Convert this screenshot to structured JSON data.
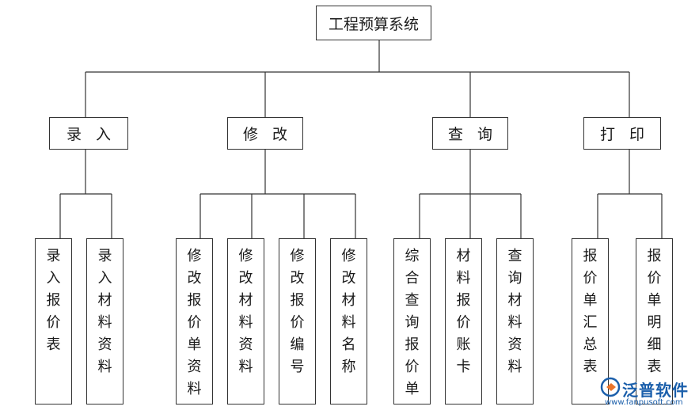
{
  "root": {
    "label": "工程预算系统"
  },
  "groups": [
    {
      "label": "录入",
      "children": [
        "录入报价表",
        "录入材料资料"
      ]
    },
    {
      "label": "修改",
      "children": [
        "修改报价单资料",
        "修改材料资料",
        "修改报价编号",
        "修改材料名称"
      ]
    },
    {
      "label": "查询",
      "children": [
        "综合查询报价单",
        "材料报价账卡",
        "查询材料资料"
      ]
    },
    {
      "label": "打印",
      "children": [
        "报价单汇总表",
        "报价单明细表"
      ]
    }
  ],
  "watermark": {
    "name": "泛普软件",
    "url": "www.fanpusoft.com",
    "color": "#1b5fab"
  }
}
